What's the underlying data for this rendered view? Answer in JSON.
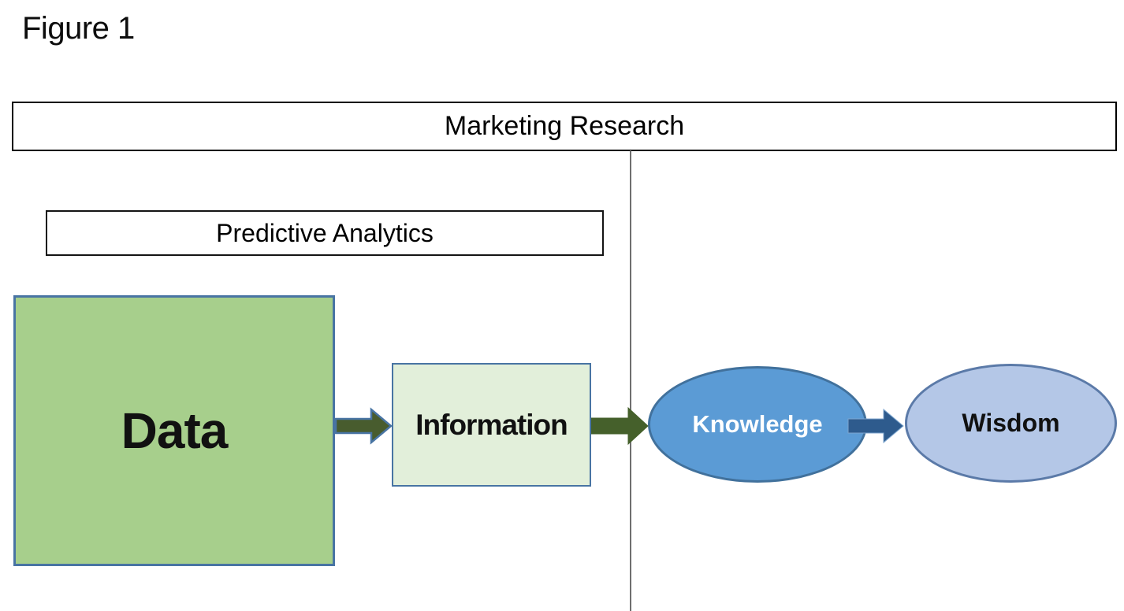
{
  "figure_label": "Figure 1",
  "marketing_research": {
    "label": "Marketing Research"
  },
  "predictive_analytics": {
    "label": "Predictive Analytics"
  },
  "nodes": {
    "data": {
      "label": "Data",
      "fill": "#a7cf8c",
      "border": "#4874a3",
      "text_color": "#111111"
    },
    "information": {
      "label": "Information",
      "fill": "#e2efda",
      "border": "#4874a3",
      "text_color": "#111111"
    },
    "knowledge": {
      "label": "Knowledge",
      "fill": "#5b9bd5",
      "border": "#41719c",
      "text_color": "#ffffff"
    },
    "wisdom": {
      "label": "Wisdom",
      "fill": "#b4c7e7",
      "border": "#5b7aa8",
      "text_color": "#111111"
    }
  },
  "arrows": {
    "data_to_information": {
      "fill": "#485c2e",
      "stroke": "#4874a3",
      "stroke_width": "2.5"
    },
    "information_to_knowledge": {
      "fill": "#45602b",
      "stroke": "#45602b",
      "stroke_width": "1"
    },
    "knowledge_to_wisdom": {
      "fill": "#2e5b8d",
      "stroke": "#7da6cf",
      "stroke_width": "1"
    }
  },
  "divider_color": "#6f6f6f"
}
